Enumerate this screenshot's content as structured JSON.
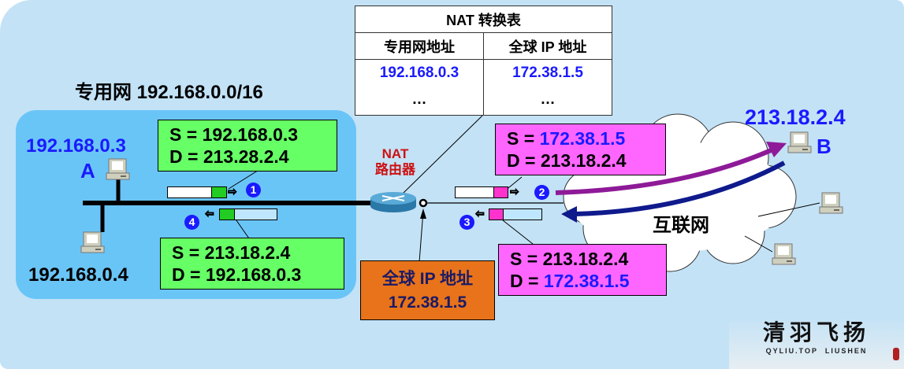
{
  "nat_table": {
    "title": "NAT 转换表",
    "headers": [
      "专用网地址",
      "全球 IP 地址"
    ],
    "rows": [
      [
        "192.168.0.3",
        "172.38.1.5"
      ],
      [
        "…",
        "…"
      ]
    ]
  },
  "private_net_label": "专用网 192.168.0.0/16",
  "host_a": {
    "ip": "192.168.0.3",
    "name": "A"
  },
  "host_other": {
    "ip": "192.168.0.4"
  },
  "host_b": {
    "ip": "213.18.2.4",
    "name": "B"
  },
  "router": {
    "line1": "NAT",
    "line2": "路由器"
  },
  "internet_label": "互联网",
  "global_ip": {
    "label": "全球 IP 地址",
    "value": "172.38.1.5"
  },
  "packets": [
    {
      "step": "1",
      "s_prefix": "S = ",
      "s": "192.168.0.3",
      "d_prefix": "D = ",
      "d": "213.28.2.4"
    },
    {
      "step": "2",
      "s_prefix": "S = ",
      "s": "172.38.1.5",
      "d_prefix": "D = ",
      "d": "213.18.2.4"
    },
    {
      "step": "3",
      "s_prefix": "S = ",
      "s": "213.18.2.4",
      "d_prefix": "D = ",
      "d": "172.38.1.5"
    },
    {
      "step": "4",
      "s_prefix": "S = ",
      "s": "213.18.2.4",
      "d_prefix": "D = ",
      "d": "192.168.0.3"
    }
  ],
  "watermark": {
    "title": "清羽飞扬",
    "subtitle": "QYLIU.TOP  LIUSHEN"
  },
  "colors": {
    "lan": "#6ac5f7",
    "green": "#66ff66",
    "pink": "#ff66ff",
    "orange": "#e8731a",
    "blue": "#1a1aff",
    "red": "#cc1111"
  }
}
